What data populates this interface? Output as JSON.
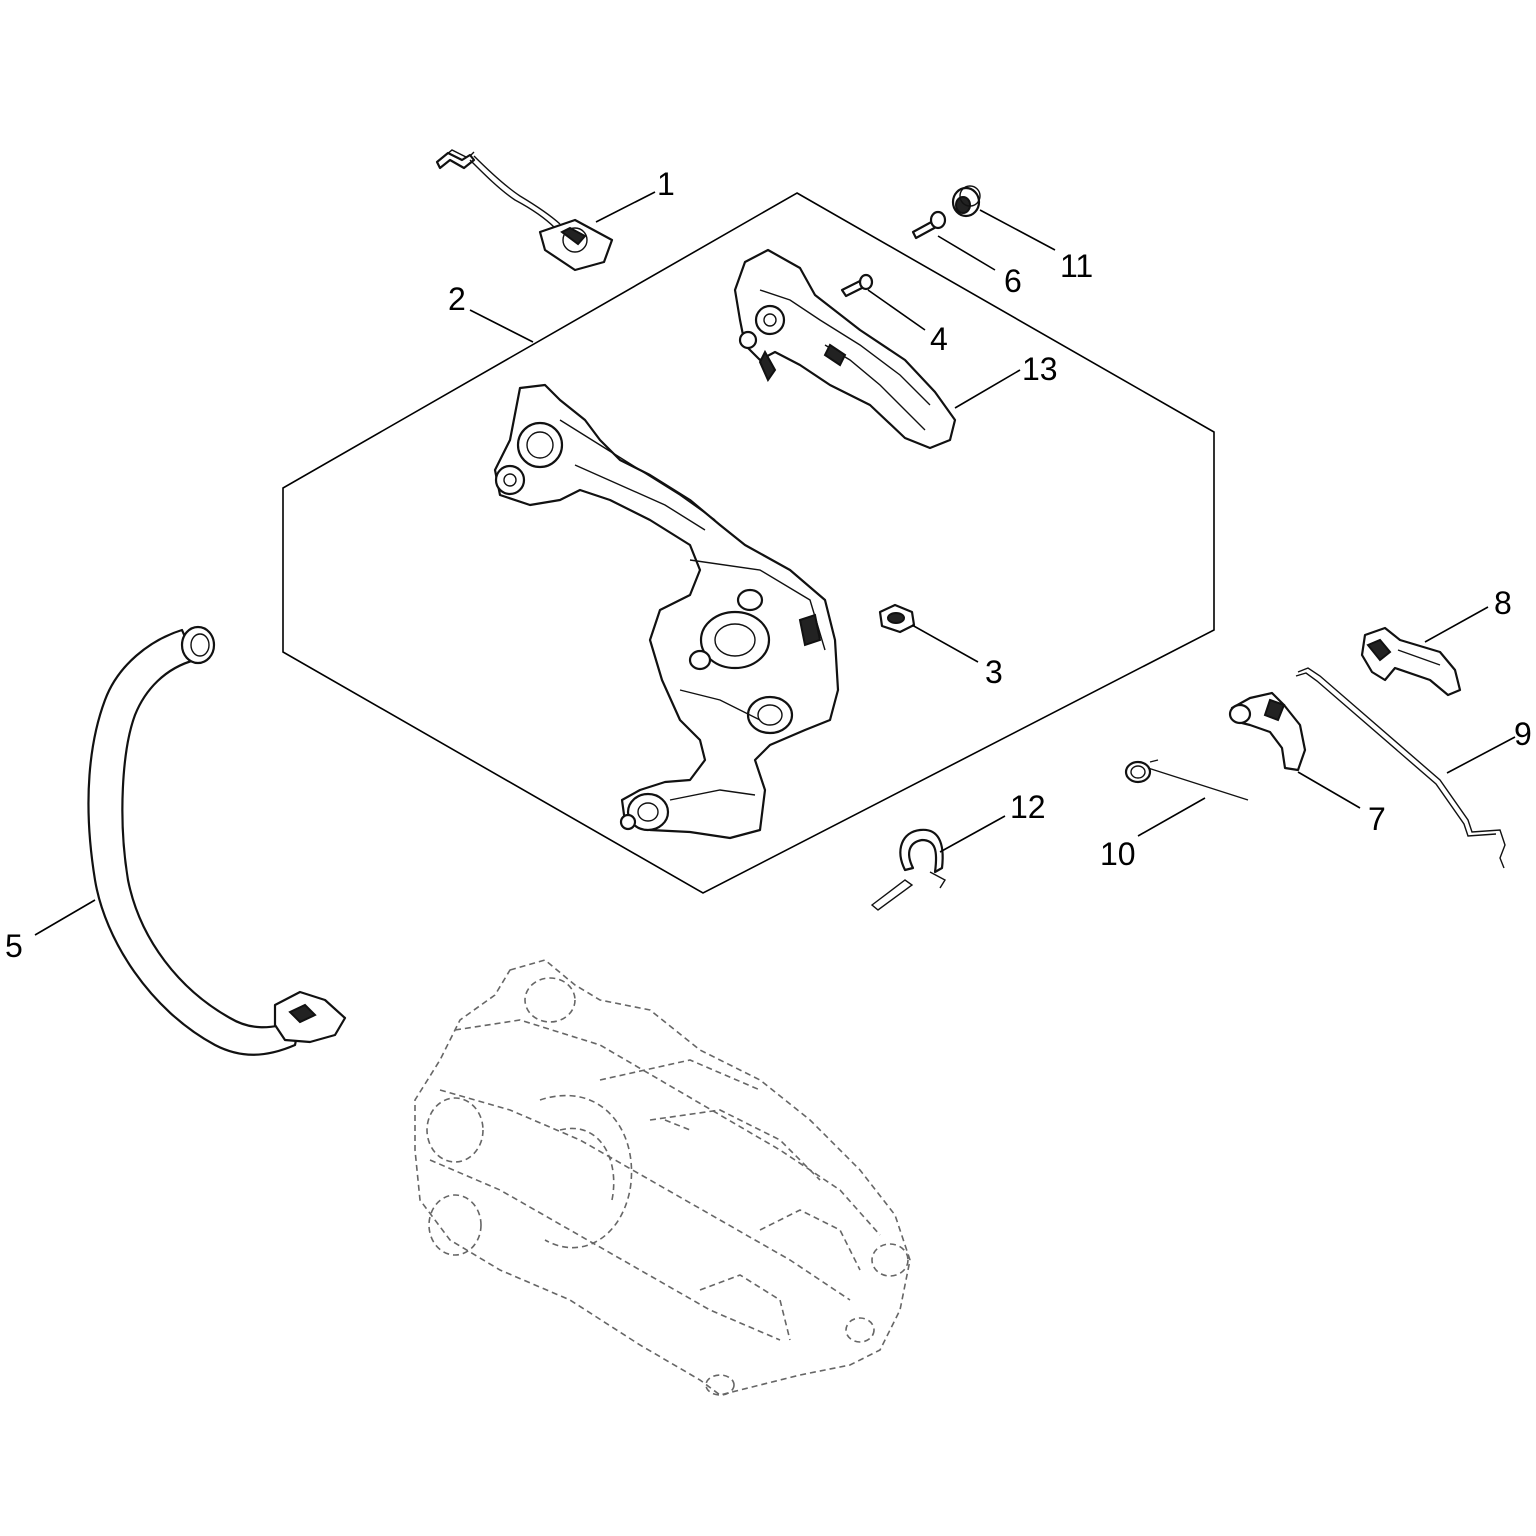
{
  "callouts": [
    {
      "id": "c1",
      "number": "1"
    },
    {
      "id": "c2",
      "number": "2"
    },
    {
      "id": "c3",
      "number": "3"
    },
    {
      "id": "c4",
      "number": "4"
    },
    {
      "id": "c5",
      "number": "5"
    },
    {
      "id": "c6",
      "number": "6"
    },
    {
      "id": "c7",
      "number": "7"
    },
    {
      "id": "c8",
      "number": "8"
    },
    {
      "id": "c9",
      "number": "9"
    },
    {
      "id": "c10",
      "number": "10"
    },
    {
      "id": "c11",
      "number": "11"
    },
    {
      "id": "c12",
      "number": "12"
    },
    {
      "id": "c13",
      "number": "13"
    }
  ]
}
